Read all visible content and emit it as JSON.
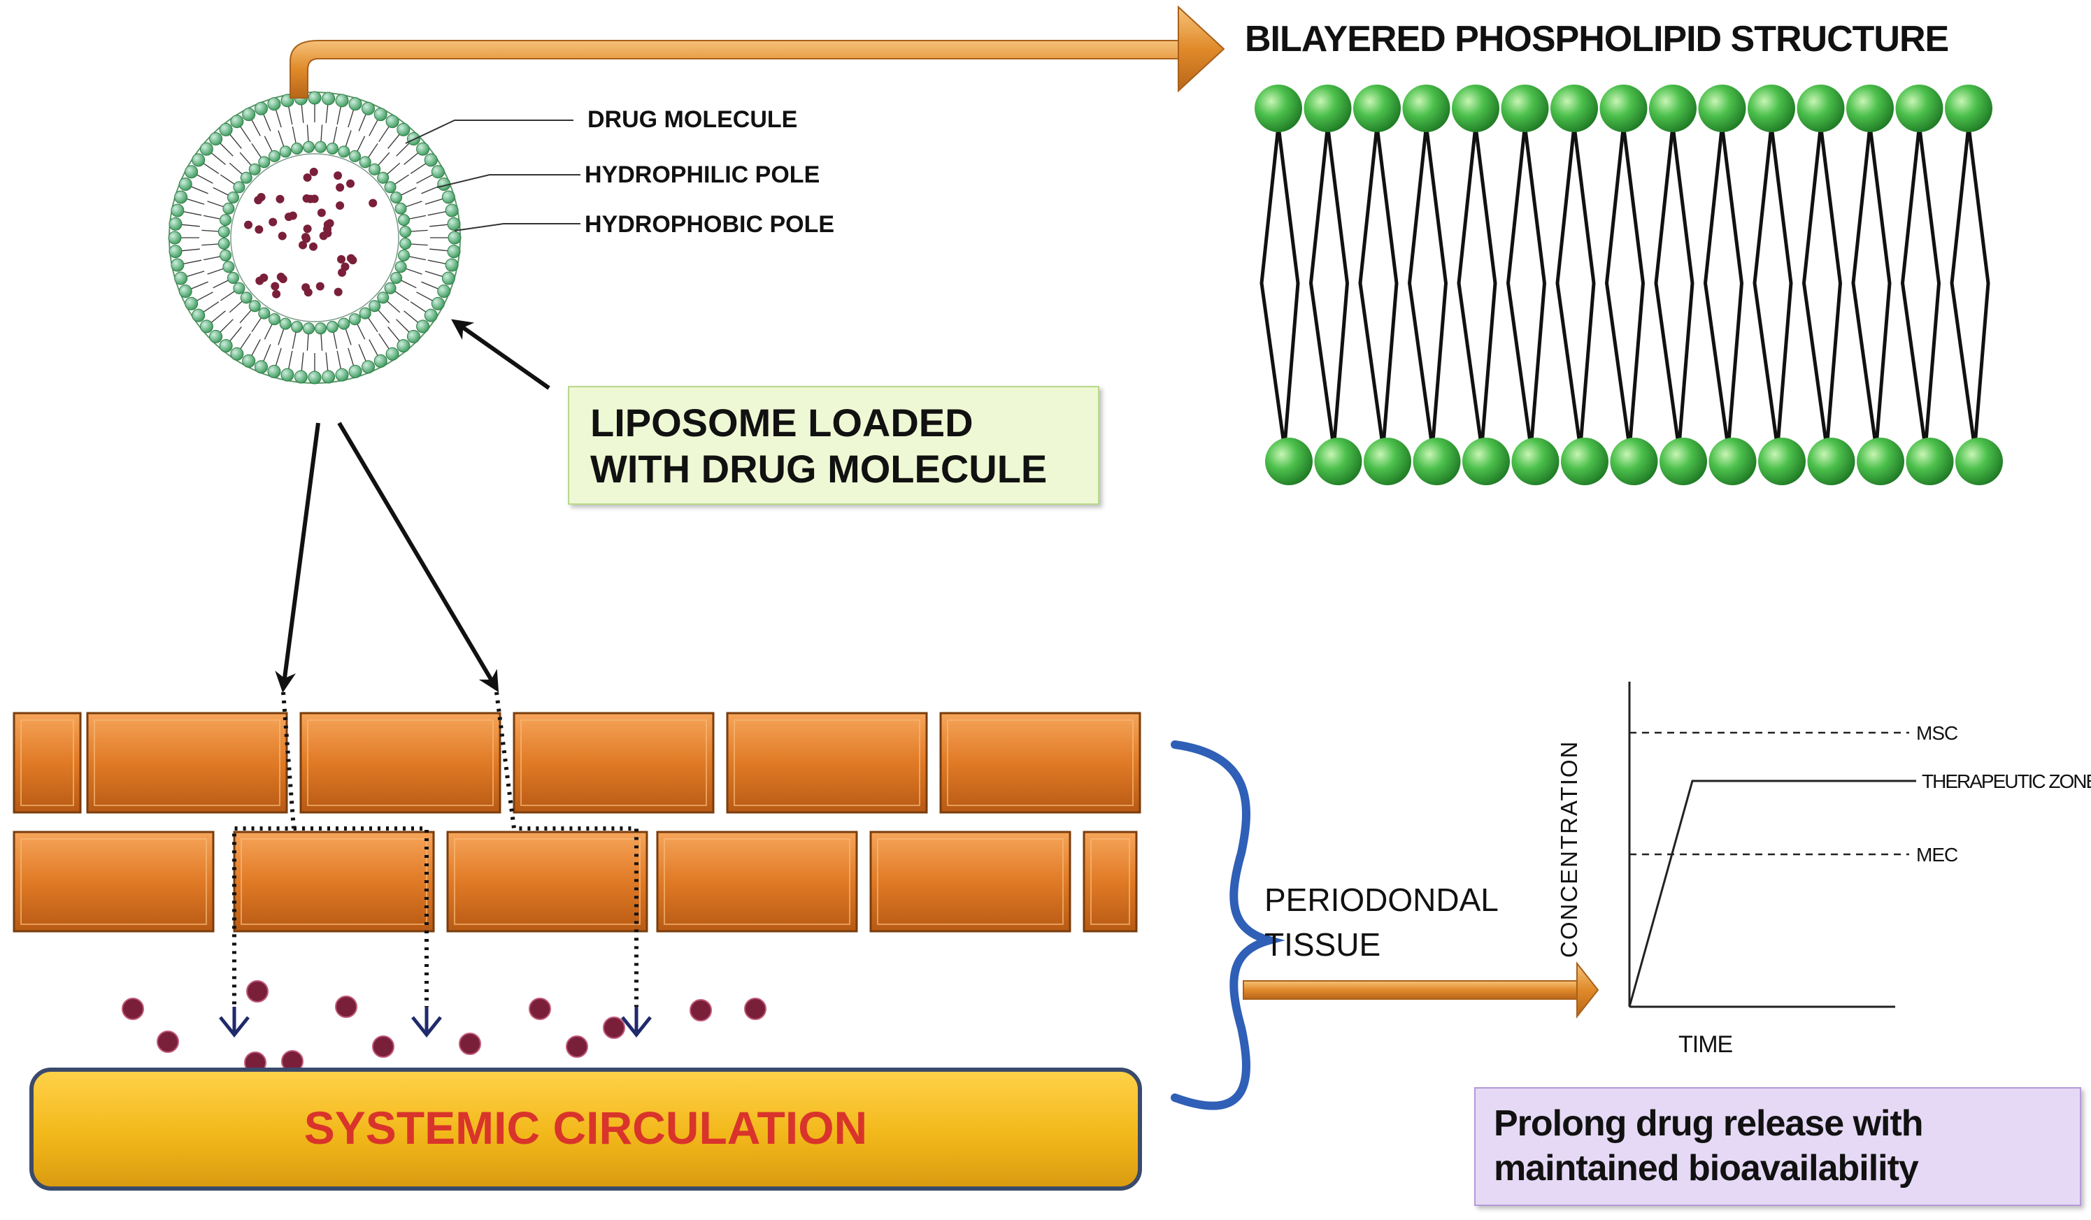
{
  "liposome": {
    "labels": {
      "drug_molecule": "DRUG MOLECULE",
      "hydrophilic_pole": "HYDROPHILIC POLE",
      "hydrophobic_pole": "HYDROPHOBIC POLE"
    },
    "caption": [
      "LIPOSOME LOADED",
      "WITH DRUG MOLECULE"
    ]
  },
  "bilayer": {
    "title": "BILAYERED PHOSPHOLIPID STRUCTURE"
  },
  "tissue": {
    "label": [
      "PERIODONDAL",
      "TISSUE"
    ]
  },
  "circulation": {
    "label": "SYSTEMIC CIRCULATION"
  },
  "release_graph": {
    "y_axis": "CONCENTRATION",
    "x_axis": "TIME",
    "lines": {
      "msc": "MSC",
      "therapeutic": "THERAPEUTIC ZONE",
      "mec": "MEC"
    }
  },
  "summary": [
    "Prolong drug release with",
    "maintained bioavailability"
  ],
  "colors": {
    "brick": "#e07a26",
    "lipid_head": "#3fb24a",
    "drug_dot": "#7a1f3a",
    "circulation": "#f2b81a",
    "circulation_text": "#d9342b",
    "caption_box": "#eef8d4",
    "summary_box": "#e6d9f5",
    "brace": "#2f5fb7"
  }
}
